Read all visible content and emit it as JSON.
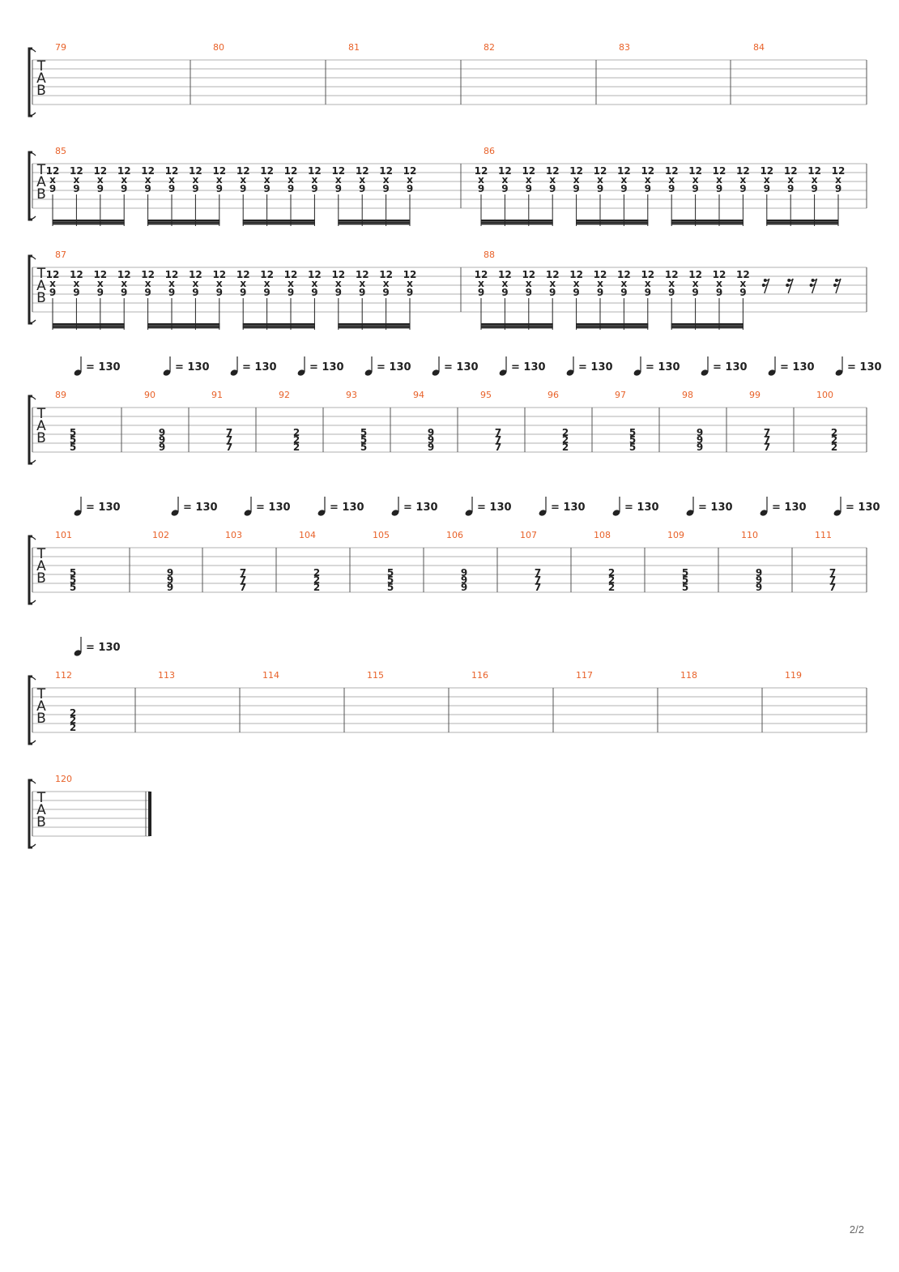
{
  "document": {
    "page_number": "2/2",
    "tab_letters": [
      "T",
      "A",
      "B"
    ],
    "tempo_value": "= 130",
    "muted_note": "x",
    "systems": [
      {
        "measures": [
          {
            "number": "79",
            "chords": []
          },
          {
            "number": "80",
            "chords": []
          },
          {
            "number": "81",
            "chords": []
          },
          {
            "number": "82",
            "chords": []
          },
          {
            "number": "83",
            "chords": []
          },
          {
            "number": "84",
            "chords": []
          }
        ]
      },
      {
        "measures": [
          {
            "number": "85",
            "pattern": "sixteenths",
            "groups": 4,
            "rests": 0,
            "frets": [
              "12",
              "x",
              "9"
            ]
          },
          {
            "number": "86",
            "pattern": "sixteenths",
            "groups": 4,
            "rests": 0,
            "frets": [
              "12",
              "x",
              "9"
            ]
          }
        ]
      },
      {
        "measures": [
          {
            "number": "87",
            "pattern": "sixteenths",
            "groups": 4,
            "rests": 0,
            "frets": [
              "12",
              "x",
              "9"
            ]
          },
          {
            "number": "88",
            "pattern": "sixteenths",
            "groups": 3,
            "rests": 4,
            "frets": [
              "12",
              "x",
              "9"
            ]
          }
        ]
      },
      {
        "tempo_marks": true,
        "measures": [
          {
            "number": "89",
            "chord": [
              "5",
              "5",
              "5"
            ]
          },
          {
            "number": "90",
            "chord": [
              "9",
              "9",
              "9"
            ]
          },
          {
            "number": "91",
            "chord": [
              "7",
              "7",
              "7"
            ]
          },
          {
            "number": "92",
            "chord": [
              "2",
              "2",
              "2"
            ]
          },
          {
            "number": "93",
            "chord": [
              "5",
              "5",
              "5"
            ]
          },
          {
            "number": "94",
            "chord": [
              "9",
              "9",
              "9"
            ]
          },
          {
            "number": "95",
            "chord": [
              "7",
              "7",
              "7"
            ]
          },
          {
            "number": "96",
            "chord": [
              "2",
              "2",
              "2"
            ]
          },
          {
            "number": "97",
            "chord": [
              "5",
              "5",
              "5"
            ]
          },
          {
            "number": "98",
            "chord": [
              "9",
              "9",
              "9"
            ]
          },
          {
            "number": "99",
            "chord": [
              "7",
              "7",
              "7"
            ]
          },
          {
            "number": "100",
            "chord": [
              "2",
              "2",
              "2"
            ]
          }
        ]
      },
      {
        "tempo_marks": true,
        "measures": [
          {
            "number": "101",
            "chord": [
              "5",
              "5",
              "5"
            ]
          },
          {
            "number": "102",
            "chord": [
              "9",
              "9",
              "9"
            ]
          },
          {
            "number": "103",
            "chord": [
              "7",
              "7",
              "7"
            ]
          },
          {
            "number": "104",
            "chord": [
              "2",
              "2",
              "2"
            ]
          },
          {
            "number": "105",
            "chord": [
              "5",
              "5",
              "5"
            ]
          },
          {
            "number": "106",
            "chord": [
              "9",
              "9",
              "9"
            ]
          },
          {
            "number": "107",
            "chord": [
              "7",
              "7",
              "7"
            ]
          },
          {
            "number": "108",
            "chord": [
              "2",
              "2",
              "2"
            ]
          },
          {
            "number": "109",
            "chord": [
              "5",
              "5",
              "5"
            ]
          },
          {
            "number": "110",
            "chord": [
              "9",
              "9",
              "9"
            ]
          },
          {
            "number": "111",
            "chord": [
              "7",
              "7",
              "7"
            ]
          }
        ]
      },
      {
        "tempo_marks": "first",
        "measures": [
          {
            "number": "112",
            "chord": [
              "2",
              "2",
              "2"
            ]
          },
          {
            "number": "113"
          },
          {
            "number": "114"
          },
          {
            "number": "115"
          },
          {
            "number": "116"
          },
          {
            "number": "117"
          },
          {
            "number": "118"
          },
          {
            "number": "119"
          }
        ]
      },
      {
        "final_bar": true,
        "measures": [
          {
            "number": "120"
          }
        ]
      }
    ]
  },
  "colors": {
    "measure_number": "#e8622a",
    "staff_line": "#b0b0b0",
    "barline": "#555555",
    "ink": "#222222"
  }
}
